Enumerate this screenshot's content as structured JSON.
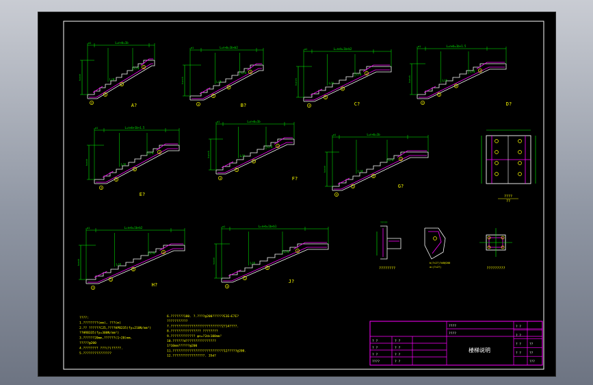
{
  "colors": {
    "background": "#000000",
    "frame": "#ffffff",
    "dimension": "#00ff00",
    "stair_outline": "#ffffff",
    "rebar": "#ff00ff",
    "callout": "#ffff00",
    "notes": "#ffff00",
    "title_block": "#ff00ff"
  },
  "panels": {
    "a": {
      "label": "A?",
      "dim_top": "L=n×b=1b",
      "dim_side": "h=n×h"
    },
    "b": {
      "label": "B?",
      "dim_top": "L=n×b=1b×b2",
      "dim_side": "h=n×h"
    },
    "c": {
      "label": "C?",
      "dim_top": "L=n×b=1b×b2",
      "dim_side": "h=n×h"
    },
    "d": {
      "label": "D?",
      "dim_top": "L=n×b=1b×1.5",
      "dim_side": "h=n×h"
    },
    "e": {
      "label": "E?",
      "dim_top": "L=n×b+1b+1.5",
      "dim_side": "h=n×h"
    },
    "f": {
      "label": "F?",
      "dim_top": "L=n×b=1b",
      "dim_side": "h=n×h"
    },
    "g": {
      "label": "G?",
      "dim_top": "L=n×b=1b",
      "dim_side": "h=n×h"
    },
    "h": {
      "label": "H?",
      "dim_top": "L=n×b=1b×b2",
      "dim_side": "h=n×h"
    },
    "j": {
      "label": "J?",
      "dim_top": "L=n×b=1b×b1",
      "dim_side": "h=n×h"
    },
    "quarter": "L/4",
    "third": "L/3"
  },
  "details": {
    "plan_label": "????",
    "plan_sub": "??",
    "detail1_label": "????????",
    "detail2_label": "????????",
    "detail2_note1": "b(?×2?)?d8@200",
    "detail2_note2": "a=(?×2?)",
    "detail3_label": "?????????"
  },
  "notes": {
    "left": [
      "????:",
      "1.????????(mm), ???(m)",
      "2.?? ??????C25,????HPB235(fy=210N/mm²)",
      "  ??HRB335(fy=300N/mm²)",
      "3.??????20mm,??????(1~20)mm.",
      "  ?????@200",
      "4.???????? ???(?)?????.",
      "5.???????????????"
    ],
    "right": [
      "6.???????180. ?.????@200??????E3E~E7E?",
      "  ???????????",
      "7.???????????????????????????2?14????.",
      "8.???????????????? ????????",
      "9.????????????? φs=?2d×100mm²",
      "10.??????d????????????????",
      "   1?10mm??????@200",
      "11.???????????????????????????12?????@200.",
      "12.?????????????????. 35d?"
    ]
  },
  "title_block": {
    "rows_left": [
      "? ?",
      "? ?",
      "? ?",
      "????"
    ],
    "rows_mid": [
      "? ?",
      "? ?",
      "? ?",
      "? ?"
    ],
    "top_cell": "????",
    "second_cell": "????",
    "title": "楼梯说明",
    "right_a": [
      "? ?",
      "? ?",
      "? ?",
      "? ?"
    ],
    "right_b": [
      "",
      "",
      "??",
      "??",
      "???"
    ]
  }
}
